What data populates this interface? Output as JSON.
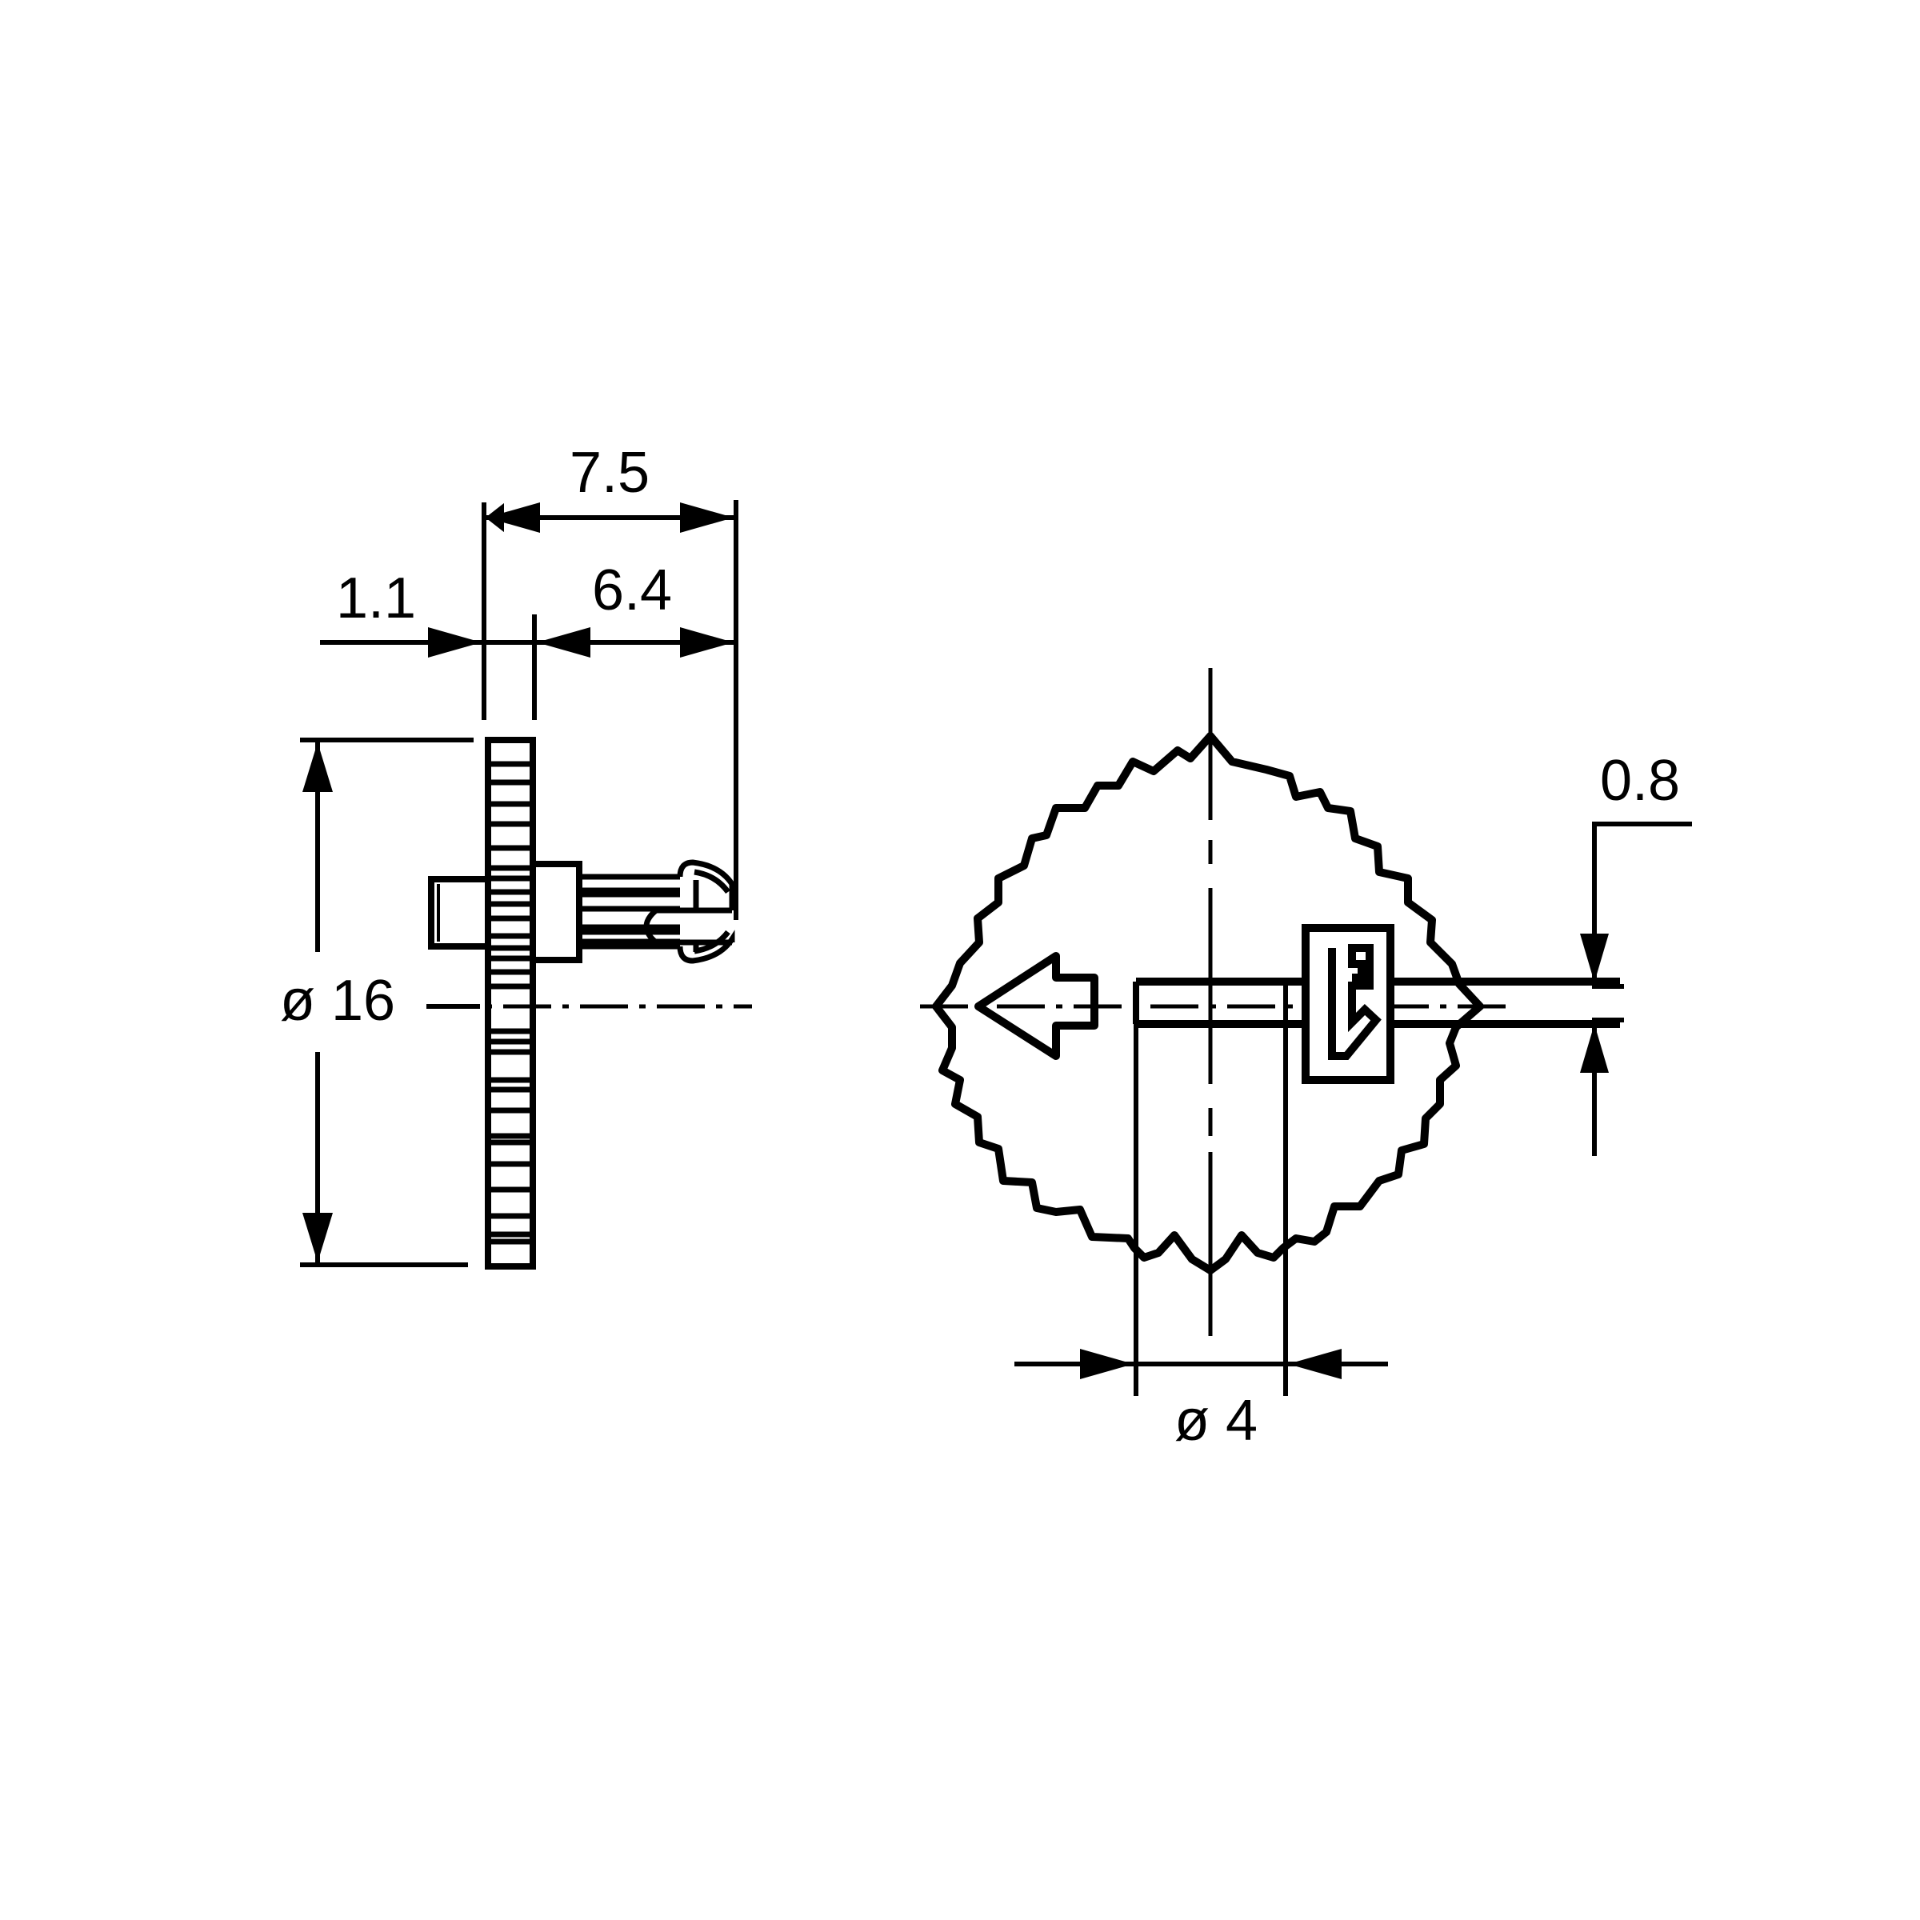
{
  "drawing": {
    "type": "technical-drawing",
    "subject": "knurled thumb wheel with snap-in pin and arrow marker",
    "stroke_color": "#000000",
    "background": "#ffffff"
  },
  "side_view": {
    "dimensions": {
      "overall_length": {
        "label": "7.5",
        "value": 7.5
      },
      "pin_length": {
        "label": "6.4",
        "value": 6.4
      },
      "wheel_thickness": {
        "label": "1.1",
        "value": 1.1
      },
      "wheel_diameter": {
        "label": "ø 16",
        "value": 16,
        "symbol": "ø"
      }
    },
    "knurl_segments": 19
  },
  "front_view": {
    "dimensions": {
      "shaft_diameter": {
        "label": "ø 4",
        "value": 4,
        "symbol": "ø"
      },
      "marker_width": {
        "label": "0.8",
        "value": 0.8
      }
    },
    "teeth_count": 28,
    "symbols": [
      "arrow-marker",
      "logo-mark"
    ]
  }
}
